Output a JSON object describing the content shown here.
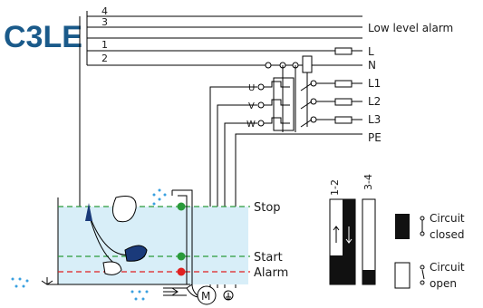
{
  "title": "C3LE",
  "terminals": [
    "4",
    "3",
    "1",
    "2"
  ],
  "lines": {
    "low_level_alarm": "Low level alarm",
    "l": "L",
    "n": "N",
    "l1": "L1",
    "l2": "L2",
    "l3": "L3",
    "pe": "PE"
  },
  "motor": {
    "u": "U",
    "v": "V",
    "w": "W",
    "m": "M"
  },
  "levels": {
    "stop": "Stop",
    "start": "Start",
    "alarm": "Alarm"
  },
  "legend": {
    "col_12": "1-2",
    "col_34": "3-4",
    "closed_line1": "Circuit",
    "closed_line2": "closed",
    "open_line1": "Circuit",
    "open_line2": "open"
  },
  "colors": {
    "title": "#1a5a8a",
    "water": "#d8eef8",
    "stop_line": "#2a9a3a",
    "alarm_line": "#e02020",
    "float": "#1a3a7a",
    "drip": "#3aa0e0"
  }
}
